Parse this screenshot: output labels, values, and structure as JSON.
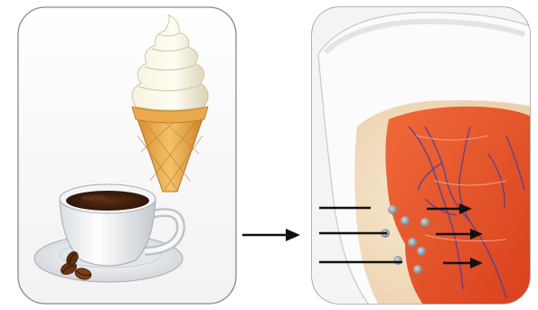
{
  "panels": [
    {
      "name": "cold-and-hot-foods",
      "items": [
        "soft-serve-ice-cream-cone",
        "cup-of-coffee-on-saucer",
        "coffee-beans"
      ]
    },
    {
      "name": "tooth-cross-section",
      "items": [
        "enamel",
        "dentin-with-tubules",
        "pulp-with-nerves-and-blood-vessels",
        "stimulus-arrows"
      ]
    }
  ],
  "colors": {
    "panel_border": "#8a8a8a",
    "panel_fill": "#ffffff",
    "pulp": "#e8502a",
    "dentin": "#f1dcbf",
    "enamel": "#fbfbfb",
    "nerve": "#4b3f9a",
    "arrow": "#111111",
    "coffee": "#3a1d0c",
    "cone": "#e6a245",
    "ice_cream": "#f4efd6"
  },
  "icons": [
    "ice-cream-icon",
    "coffee-cup-icon",
    "coffee-bean-icon",
    "right-arrow-icon",
    "tooth-icon"
  ]
}
